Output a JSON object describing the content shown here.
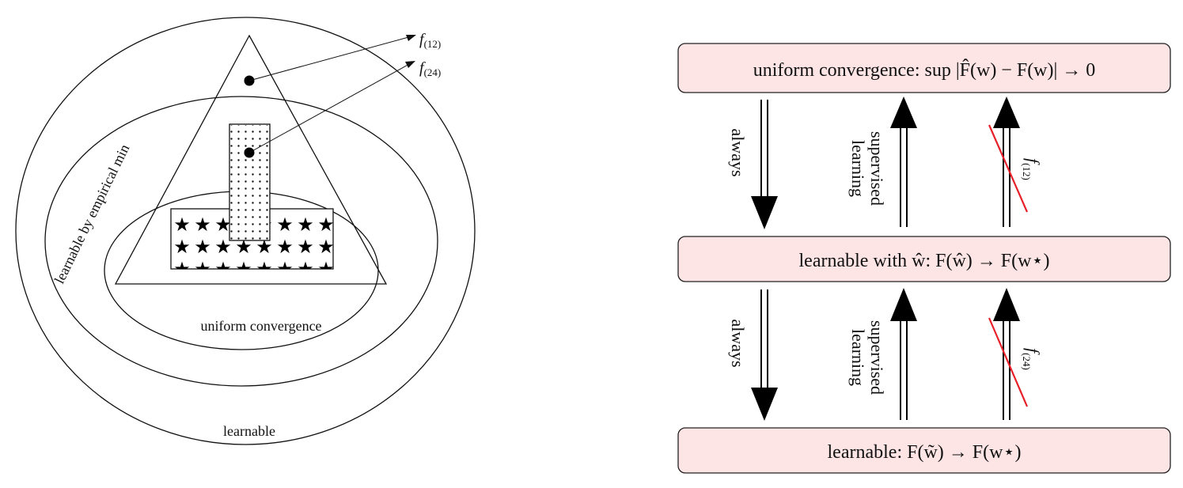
{
  "venn": {
    "outer_label": "learnable",
    "middle_label": "learnable by empirical min",
    "inner_label": "uniform convergence",
    "callout_1": {
      "letter": "f",
      "subscript": "(12)"
    },
    "callout_2": {
      "letter": "f",
      "subscript": "(24)"
    },
    "star_glyph": "★"
  },
  "flow": {
    "box_fill": "#fde4e5",
    "cross_color": "#e8202a",
    "box_top": {
      "text": "uniform convergence:  sup |F̂(w) − F(w)| → 0"
    },
    "box_middle": {
      "text": "learnable with ŵ:  F(ŵ) → F(w⋆)"
    },
    "box_bottom": {
      "text": "learnable:  F(w̃) → F(w⋆)"
    },
    "upper": {
      "always": "always",
      "supervised_line1": "supervised",
      "supervised_line2": "learning",
      "f_letter": "f",
      "f_subscript": "(12)"
    },
    "lower": {
      "always": "always",
      "supervised_line1": "supervised",
      "supervised_line2": "learning",
      "f_letter": "f",
      "f_subscript": "(24)"
    }
  }
}
